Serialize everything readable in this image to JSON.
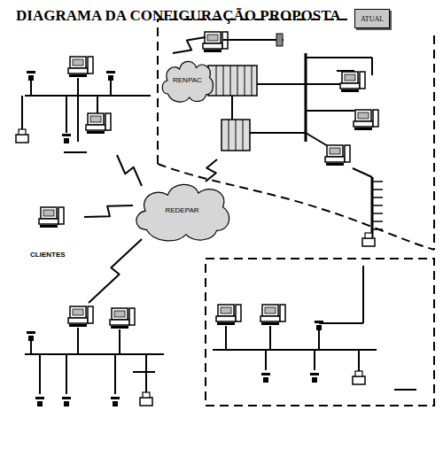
{
  "diagram": {
    "title": "DIAGRAMA DA CONFIGURAÇÃO PROPOSTA",
    "nodes": [
      {
        "text": [
          "ATUAL"
        ]
      },
      {
        "text": [
          "RENPAC"
        ]
      },
      {
        "text": [
          "REDEPAR"
        ]
      }
    ],
    "labels": [
      "CLIENTES"
    ]
  }
}
